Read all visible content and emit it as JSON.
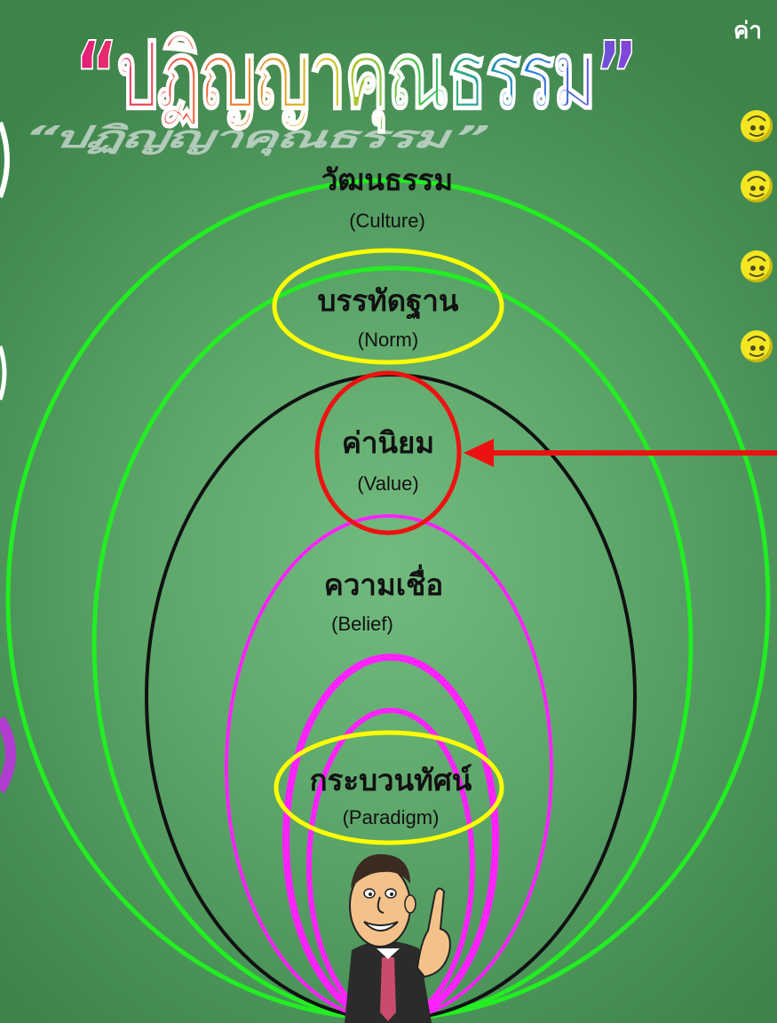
{
  "title": "“ปฏิญญาคุณธรรม”",
  "title_reflection": "“ปฏิญญาคุณธรรม”",
  "corner_text": "ค่า",
  "layers": {
    "culture": {
      "thai": "วัฒนธรรม",
      "english": "(Culture)"
    },
    "norm": {
      "thai": "บรรทัดฐาน",
      "english": "(Norm)"
    },
    "value": {
      "thai": "ค่านิยม",
      "english": "(Value)"
    },
    "belief": {
      "thai": "ความเชื่อ",
      "english": "(Belief)"
    },
    "paradigm": {
      "thai": "กระบวนทัศน์",
      "english": "(Paradigm)"
    }
  },
  "bullets": [
    "yin-yang-bullet-icon",
    "yin-yang-bullet-icon",
    "yin-yang-bullet-icon",
    "yin-yang-bullet-icon"
  ],
  "colors": {
    "background": "#5fa86c",
    "culture_ring": "#22ee22",
    "norm_ring": "#ffff00",
    "value_ring": "#ee1111",
    "belief_ring": "#ff22ff",
    "center_ring": "#111111",
    "arrow": "#ee1111"
  },
  "person": "cartoon-man-icon",
  "arrow": "red-arrow-pointing-left"
}
